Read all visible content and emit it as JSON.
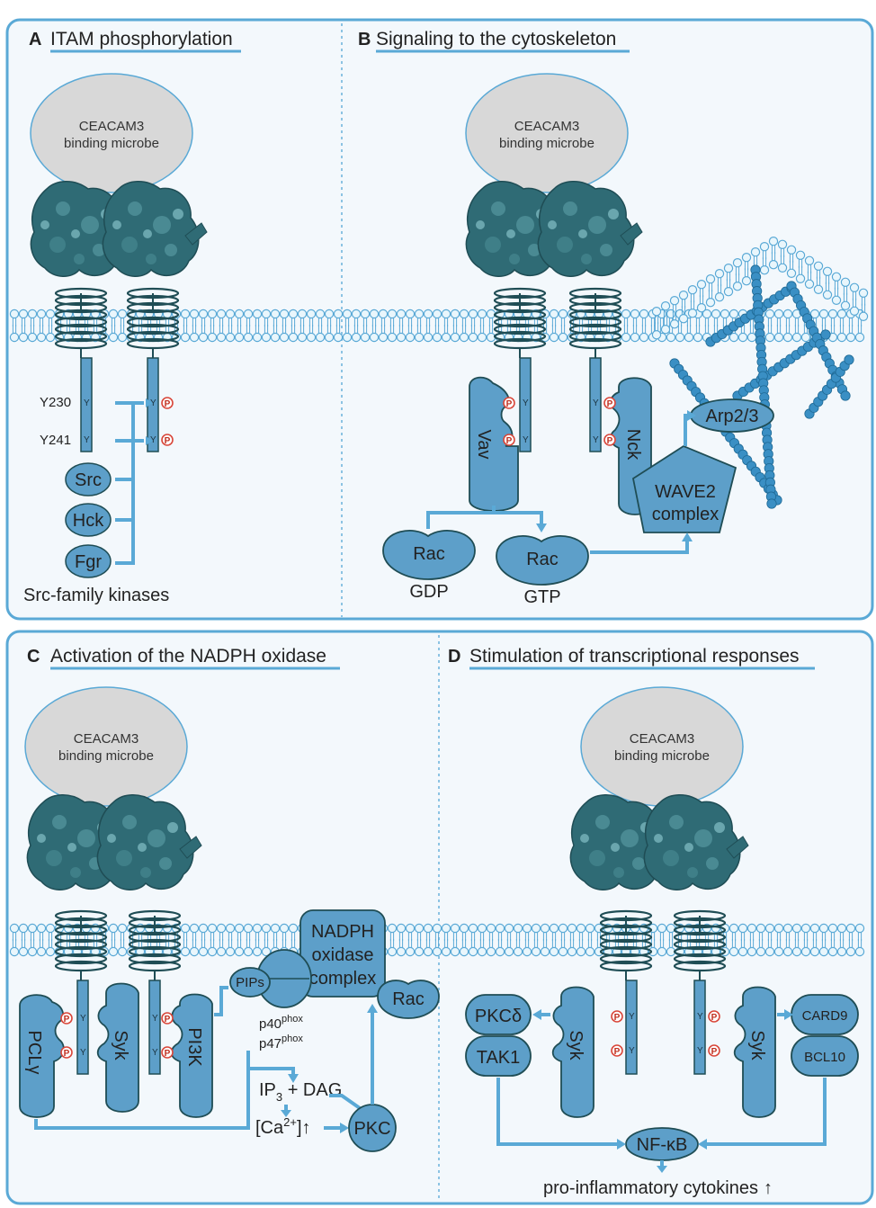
{
  "colors": {
    "accent": "#5aa9d6",
    "protein_fill": "#5d9fc9",
    "panel_bg": "#f3f8fc",
    "microbe": "#d8d8d8",
    "receptor_dark": "#2e6670",
    "phospho": "#d9473a"
  },
  "panels": {
    "A": {
      "letter": "A",
      "title": "ITAM phosphorylation",
      "microbe": [
        "CEACAM3",
        "binding microbe"
      ],
      "y230": "Y230",
      "y241": "Y241",
      "kinases": [
        "Src",
        "Hck",
        "Fgr"
      ],
      "footer": "Src-family kinases"
    },
    "B": {
      "letter": "B",
      "title": "Signaling to the cytoskeleton",
      "microbe": [
        "CEACAM3",
        "binding microbe"
      ],
      "vav": "Vav",
      "nck": "Nck",
      "wave": [
        "WAVE2",
        "complex"
      ],
      "arp": "Arp2/3",
      "rac_gdp": "Rac",
      "gdp": "GDP",
      "rac_gtp": "Rac",
      "gtp": "GTP"
    },
    "C": {
      "letter": "C",
      "title": "Activation of the NADPH oxidase",
      "microbe": [
        "CEACAM3",
        "binding microbe"
      ],
      "plc": "PCLγ",
      "syk": "Syk",
      "pi3k": "PI3K",
      "pips": "PIPs",
      "nadph": [
        "NADPH",
        "oxidase",
        "complex"
      ],
      "rac": "Rac",
      "p40": "p40",
      "p47": "p47",
      "phox": "phox",
      "ip3": "IP",
      "ip3_sub": "3",
      "ip3_rest": " + DAG",
      "ca": "[Ca",
      "ca_sup": "2+",
      "ca_rest": "]",
      "pkc": "PKC"
    },
    "D": {
      "letter": "D",
      "title": "Stimulation of transcriptional responses",
      "microbe": [
        "CEACAM3",
        "binding microbe"
      ],
      "pkcd": "PKCδ",
      "tak1": "TAK1",
      "syk": "Syk",
      "card9": "CARD9",
      "bcl10": "BCL10",
      "nfkb": "NF-κB",
      "cytokines": "pro-inflammatory cytokines"
    }
  },
  "markers": {
    "tyrosine": "Y",
    "phospho": "P",
    "up_arrow": "↑"
  }
}
